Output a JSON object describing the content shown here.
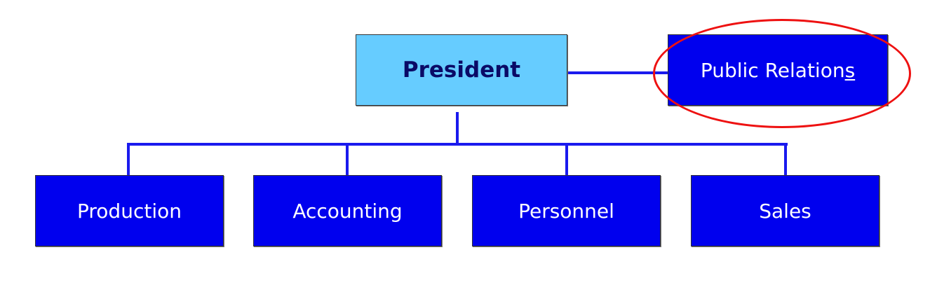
{
  "chart": {
    "top": {
      "label": "President"
    },
    "staff": {
      "label_main": "Public Relation",
      "label_tail": "s"
    },
    "departments": [
      "Production",
      "Accounting",
      "Personnel",
      "Sales"
    ]
  }
}
